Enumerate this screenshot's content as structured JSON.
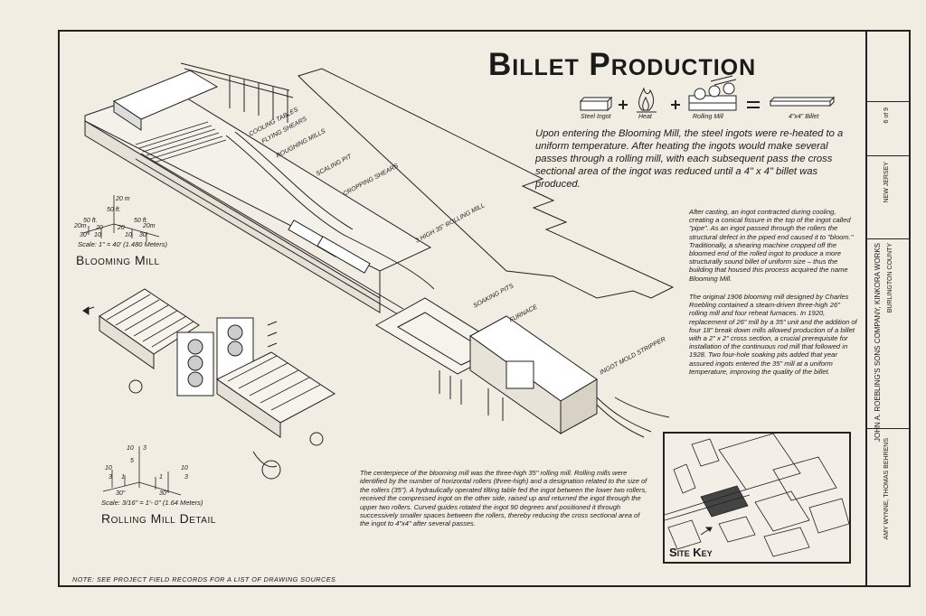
{
  "title": "Billet Production",
  "equation": {
    "items": [
      "Steel Ingot",
      "Heat",
      "Rolling Mill",
      "4\"x4\" Billet"
    ],
    "plus": "+",
    "equals": "="
  },
  "intro": "Upon entering the Blooming Mill, the steel ingots were re-heated to a uniform temperature. After heating the ingots would make several passes through a rolling mill, with each subsequent pass the cross sectional area of the ingot was reduced until a 4\" x 4\" billet was produced.",
  "paragraph_pipe": "After casting, an ingot contracted during cooling, creating a conical fissure in the top of the ingot called \"pipe\". As an ingot passed through the rollers the structural defect in the piped end caused it to \"bloom.\" Traditionally, a shearing machine cropped off the bloomed end of the rolled ingot to produce a more structurally sound billet of uniform size – thus the building that housed this process acquired the name Blooming Mill.",
  "paragraph_history": "The original 1906 blooming mill designed by Charles Roebling contained a steam-driven three-high 26\" rolling mill and four reheat furnaces. In 1920, replacement of 26\" mill by a 35\" unit and the addition of four 18\" break down mills allowed production of a billet with a 2\" x 2\" cross section, a crucial prerequisite for installation of the continuous rod mill that followed in 1928. Two four-hole soaking pits added that year assured ingots entered the 35\" mill at a uniform temperature, improving the quality of the billet.",
  "paragraph_centerpiece": "The centerpiece of the blooming mill was the three-high 35\" rolling mill. Rolling mills were identified by the number of horizontal rollers (three-high) and a designation related to the size of the rollers (35\"). A hydraulically operated tilting table fed the ingot between the lower two rollers, received the compressed ingot on the other side, raised up and returned the ingot through the upper two rollers. Curved guides rotated the ingot 90 degrees and positioned it through successively smaller spaces between the rollers, thereby reducing the cross sectional area of the ingot to 4\"x4\" after several passes.",
  "labels": {
    "blooming_mill": "Blooming Mill",
    "rolling_mill_detail": "Rolling Mill Detail",
    "site_key": "Site Key",
    "note": "NOTE: SEE PROJECT FIELD RECORDS FOR A LIST OF DRAWING SOURCES"
  },
  "scales": {
    "blooming": "Scale: 1\" = 40' (1.480 Meters)",
    "rolling": "Scale: 3/16\" = 1'- 0\" (1.64 Meters)"
  },
  "mill_labels": [
    "COOLING TABLES",
    "FLYING SHEARS",
    "ROUGHING MILLS",
    "SCALING PIT",
    "CROPPING SHEARS",
    "3 HIGH 35\" ROLLING MILL",
    "SOAKING PITS",
    "FURNACE",
    "INGOT MOLD STRIPPER"
  ],
  "titleblock": {
    "project": "JOHN A. ROEBLING'S SONS COMPANY, KINKORA WORKS",
    "location": "BURLINGTON COUNTY",
    "state": "NEW JERSEY",
    "delineator": "AMY WYNNE, THOMAS BEHRENS",
    "sheet": "6 of 9"
  }
}
